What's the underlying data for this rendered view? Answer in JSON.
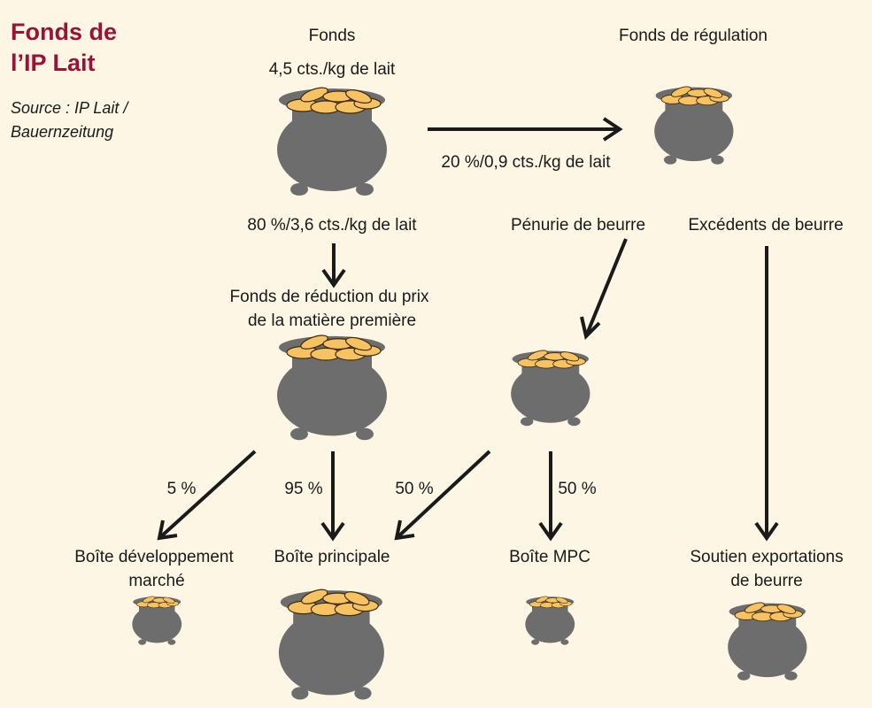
{
  "title": {
    "line1": "Fonds de",
    "line2": "l’IP Lait"
  },
  "source": {
    "line1": "Source : IP Lait /",
    "line2": "Bauernzeitung"
  },
  "nodes": {
    "fonds": {
      "label": "Fonds",
      "sub": "4,5 cts./kg de lait"
    },
    "regulation": {
      "label": "Fonds de régulation"
    },
    "reduction": {
      "line1": "Fonds de réduction du prix",
      "line2": "de la matière première"
    },
    "penurie": {
      "label": "Pénurie de beurre"
    },
    "excedents": {
      "label": "Excédents de beurre"
    },
    "developpement": {
      "line1": "Boîte développement",
      "line2": "marché"
    },
    "principale": {
      "label": "Boîte principale"
    },
    "mpc": {
      "label": "Boîte MPC"
    },
    "soutien": {
      "line1": "Soutien exportations",
      "line2": "de beurre"
    }
  },
  "flows": {
    "to_regulation": "20 %/0,9 cts./kg de lait",
    "to_reduction": "80 %/3,6 cts./kg de lait",
    "to_developpement": "5 %",
    "to_principale": "95 %",
    "penurie_to_principale": "50 %",
    "penurie_to_mpc": "50 %"
  },
  "colors": {
    "background": "#fdf6e4",
    "title": "#9b1237",
    "pot": "#6e6d6d",
    "coin": "#f6c262"
  }
}
